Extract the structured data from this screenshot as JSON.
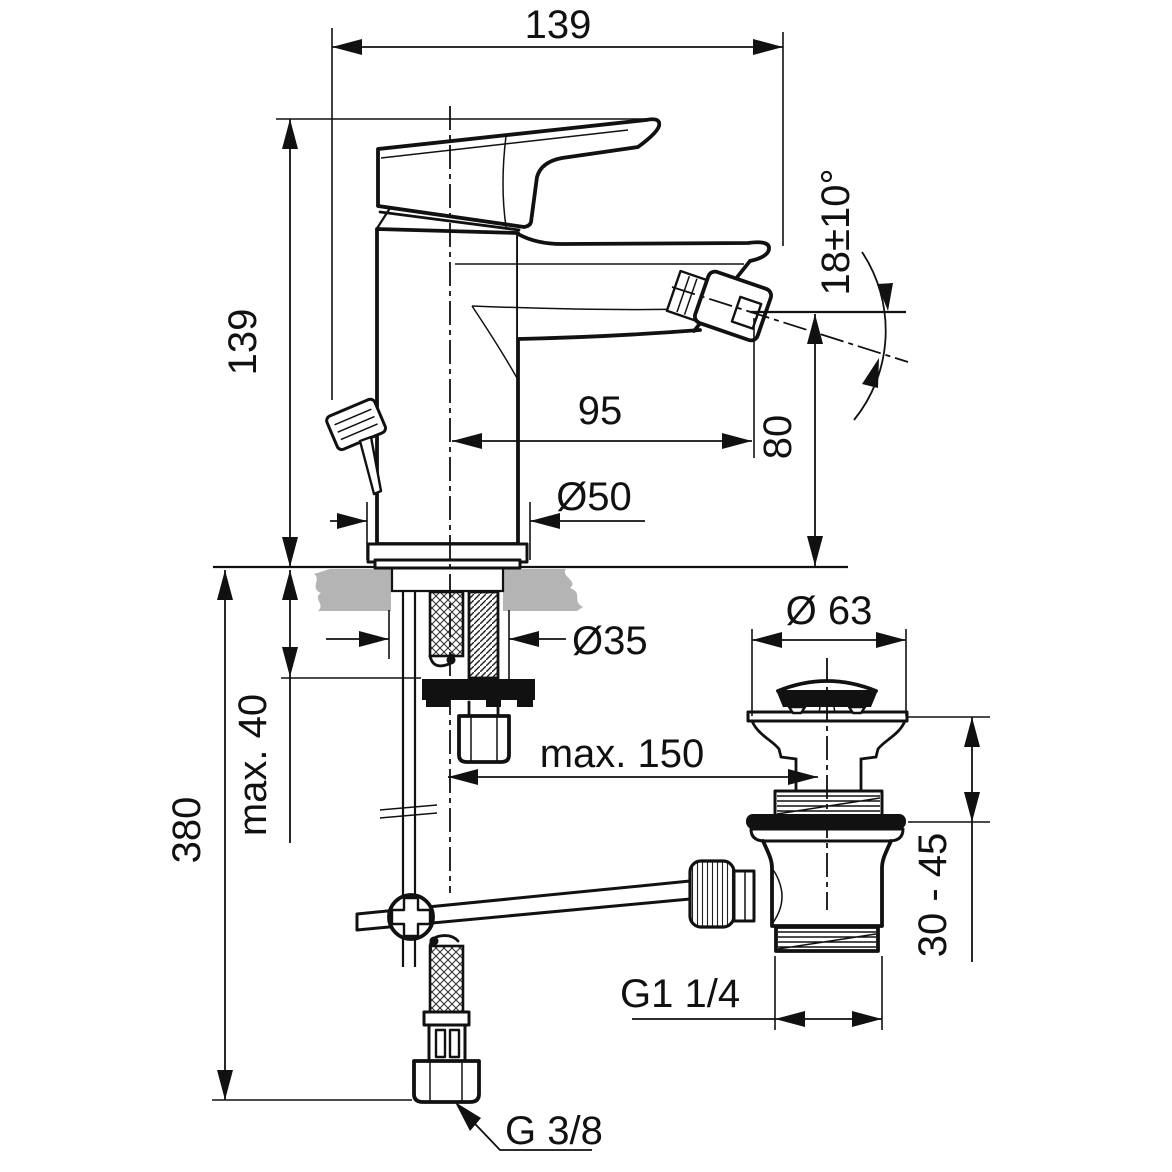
{
  "dimensions": {
    "top_width": "139",
    "height": "139",
    "angle": "18±10°",
    "reach": "95",
    "spout_height": "80",
    "base_diameter": "Ø50",
    "shank_diameter": "Ø35",
    "max_deck": "max. 40",
    "overall_height": "380",
    "cap_diameter": "Ø 63",
    "max_offset": "max. 150",
    "depth_range": "30 - 45",
    "waste_thread": "G1 1/4",
    "supply_thread": "G 3/8"
  },
  "colors": {
    "line": "#111111",
    "counter": "#b4b4b4",
    "background": "#ffffff"
  }
}
